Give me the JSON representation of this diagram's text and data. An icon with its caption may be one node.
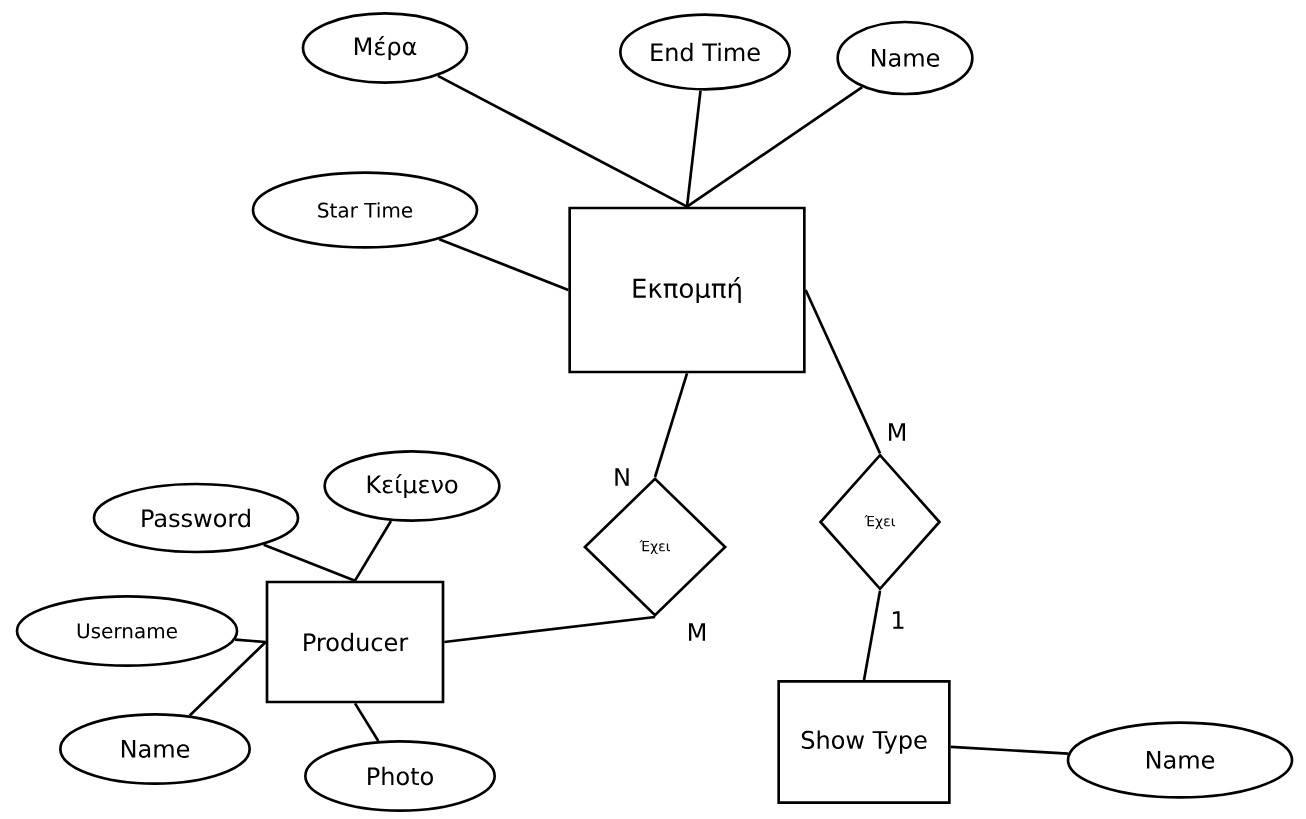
{
  "diagram": {
    "nodes": [
      {
        "text": [
          "Μέρα"
        ]
      },
      {
        "text": [
          "End Time"
        ]
      },
      {
        "text": [
          "Name"
        ]
      },
      {
        "text": [
          "Star Time"
        ]
      },
      {
        "text": [
          "Εκπομπή"
        ]
      },
      {
        "text": [
          "Κείμενο"
        ]
      },
      {
        "text": [
          "Password"
        ]
      },
      {
        "text": [
          "Producer"
        ]
      },
      {
        "text": [
          "Username"
        ]
      },
      {
        "text": [
          "Name"
        ]
      },
      {
        "text": [
          "Photo"
        ]
      },
      {
        "text": [
          "Έχει"
        ]
      },
      {
        "text": [
          "Έχει"
        ]
      },
      {
        "text": [
          "Show Type"
        ]
      },
      {
        "text": [
          "Name"
        ]
      }
    ],
    "edges": [
      {
        "from": 0,
        "to": 4,
        "arrow": "none"
      },
      {
        "from": 1,
        "to": 4,
        "arrow": "none"
      },
      {
        "from": 2,
        "to": 4,
        "arrow": "none"
      },
      {
        "from": 3,
        "to": 4,
        "arrow": "none"
      },
      {
        "from": 4,
        "to": 11,
        "arrow": "none",
        "label": "N"
      },
      {
        "from": 11,
        "to": 7,
        "arrow": "none",
        "label": "M"
      },
      {
        "from": 4,
        "to": 12,
        "arrow": "none",
        "label": "M"
      },
      {
        "from": 12,
        "to": 13,
        "arrow": "none",
        "label": "1"
      },
      {
        "from": 6,
        "to": 7,
        "arrow": "none"
      },
      {
        "from": 5,
        "to": 7,
        "arrow": "none"
      },
      {
        "from": 8,
        "to": 7,
        "arrow": "none"
      },
      {
        "from": 9,
        "to": 7,
        "arrow": "none"
      },
      {
        "from": 10,
        "to": 7,
        "arrow": "none"
      },
      {
        "from": 13,
        "to": 14,
        "arrow": "none"
      }
    ]
  }
}
